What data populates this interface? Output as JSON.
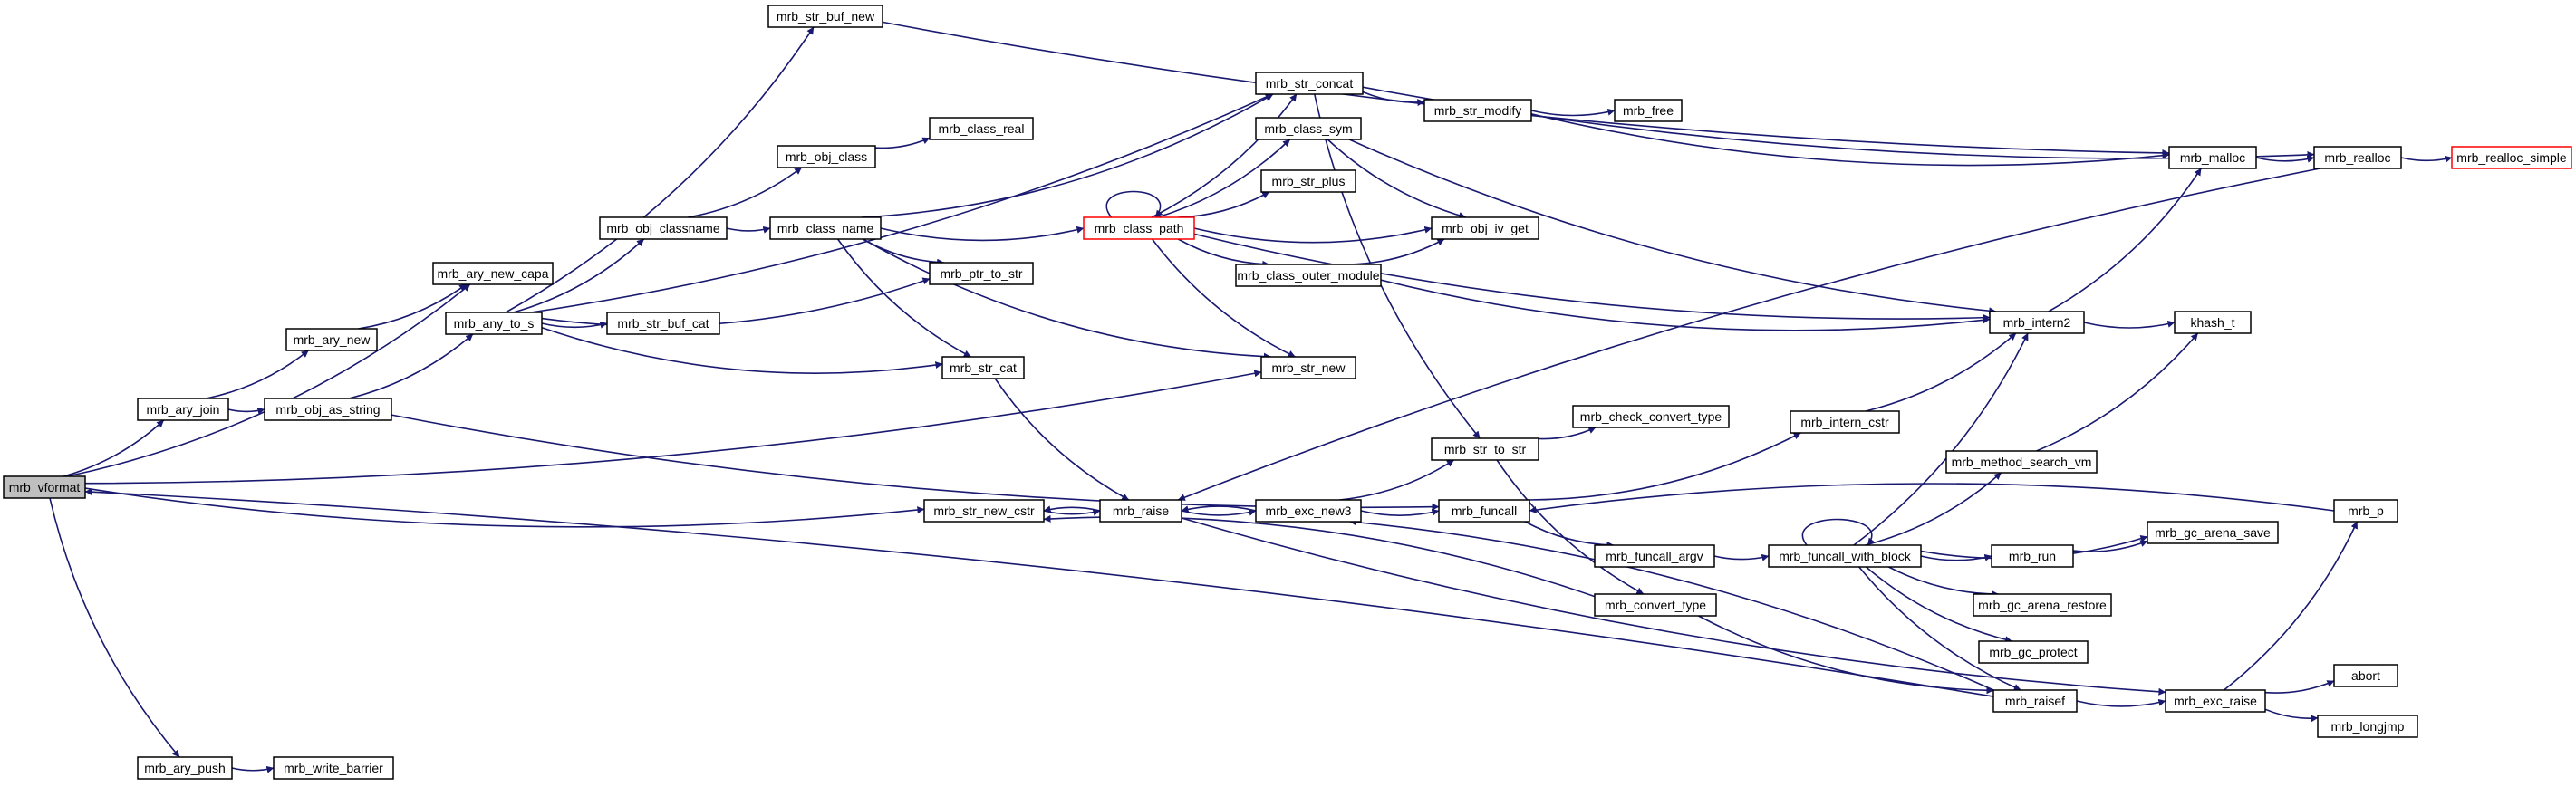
{
  "diagram": {
    "colors": {
      "edge": "#191970",
      "root_fill": "#bfbfbf",
      "node_border": "#000000",
      "truncated_border": "#ff0000"
    },
    "nodes": [
      {
        "id": "mrb_vformat",
        "label": "mrb_vformat",
        "root": true
      },
      {
        "id": "mrb_ary_join",
        "label": "mrb_ary_join"
      },
      {
        "id": "mrb_ary_new",
        "label": "mrb_ary_new"
      },
      {
        "id": "mrb_ary_new_capa",
        "label": "mrb_ary_new_capa"
      },
      {
        "id": "mrb_obj_as_string",
        "label": "mrb_obj_as_string"
      },
      {
        "id": "mrb_any_to_s",
        "label": "mrb_any_to_s"
      },
      {
        "id": "mrb_ary_push",
        "label": "mrb_ary_push"
      },
      {
        "id": "mrb_write_barrier",
        "label": "mrb_write_barrier"
      },
      {
        "id": "mrb_str_buf_new",
        "label": "mrb_str_buf_new"
      },
      {
        "id": "mrb_obj_classname",
        "label": "mrb_obj_classname"
      },
      {
        "id": "mrb_str_buf_cat",
        "label": "mrb_str_buf_cat"
      },
      {
        "id": "mrb_obj_class",
        "label": "mrb_obj_class"
      },
      {
        "id": "mrb_class_real",
        "label": "mrb_class_real"
      },
      {
        "id": "mrb_class_name",
        "label": "mrb_class_name"
      },
      {
        "id": "mrb_ptr_to_str",
        "label": "mrb_ptr_to_str"
      },
      {
        "id": "mrb_str_cat",
        "label": "mrb_str_cat"
      },
      {
        "id": "mrb_str_new_cstr",
        "label": "mrb_str_new_cstr"
      },
      {
        "id": "mrb_raise",
        "label": "mrb_raise"
      },
      {
        "id": "mrb_class_path",
        "label": "mrb_class_path",
        "truncated": true
      },
      {
        "id": "mrb_str_concat",
        "label": "mrb_str_concat"
      },
      {
        "id": "mrb_class_sym",
        "label": "mrb_class_sym"
      },
      {
        "id": "mrb_str_plus",
        "label": "mrb_str_plus"
      },
      {
        "id": "mrb_obj_iv_get",
        "label": "mrb_obj_iv_get"
      },
      {
        "id": "mrb_class_outer_module",
        "label": "mrb_class_outer_module"
      },
      {
        "id": "mrb_str_new",
        "label": "mrb_str_new"
      },
      {
        "id": "mrb_exc_new3",
        "label": "mrb_exc_new3"
      },
      {
        "id": "mrb_str_modify",
        "label": "mrb_str_modify"
      },
      {
        "id": "mrb_free",
        "label": "mrb_free"
      },
      {
        "id": "mrb_str_to_str",
        "label": "mrb_str_to_str"
      },
      {
        "id": "mrb_funcall",
        "label": "mrb_funcall"
      },
      {
        "id": "mrb_check_convert_type",
        "label": "mrb_check_convert_type"
      },
      {
        "id": "mrb_convert_type",
        "label": "mrb_convert_type"
      },
      {
        "id": "mrb_funcall_argv",
        "label": "mrb_funcall_argv"
      },
      {
        "id": "mrb_intern_cstr",
        "label": "mrb_intern_cstr"
      },
      {
        "id": "mrb_funcall_with_block",
        "label": "mrb_funcall_with_block"
      },
      {
        "id": "mrb_malloc",
        "label": "mrb_malloc"
      },
      {
        "id": "mrb_intern2",
        "label": "mrb_intern2"
      },
      {
        "id": "mrb_method_search_vm",
        "label": "mrb_method_search_vm"
      },
      {
        "id": "mrb_run",
        "label": "mrb_run"
      },
      {
        "id": "mrb_gc_arena_restore",
        "label": "mrb_gc_arena_restore"
      },
      {
        "id": "mrb_gc_protect",
        "label": "mrb_gc_protect"
      },
      {
        "id": "mrb_raisef",
        "label": "mrb_raisef"
      },
      {
        "id": "mrb_realloc",
        "label": "mrb_realloc"
      },
      {
        "id": "khash_t",
        "label": "khash_t"
      },
      {
        "id": "mrb_gc_arena_save",
        "label": "mrb_gc_arena_save"
      },
      {
        "id": "mrb_exc_raise",
        "label": "mrb_exc_raise"
      },
      {
        "id": "mrb_realloc_simple",
        "label": "mrb_realloc_simple",
        "truncated": true
      },
      {
        "id": "mrb_p",
        "label": "mrb_p"
      },
      {
        "id": "abort",
        "label": "abort"
      },
      {
        "id": "mrb_longjmp",
        "label": "mrb_longjmp"
      }
    ],
    "edges": [
      [
        "mrb_vformat",
        "mrb_ary_join"
      ],
      [
        "mrb_vformat",
        "mrb_ary_new_capa"
      ],
      [
        "mrb_vformat",
        "mrb_ary_push"
      ],
      [
        "mrb_vformat",
        "mrb_str_new"
      ],
      [
        "mrb_vformat",
        "mrb_str_new_cstr"
      ],
      [
        "mrb_ary_join",
        "mrb_ary_new"
      ],
      [
        "mrb_ary_join",
        "mrb_obj_as_string"
      ],
      [
        "mrb_ary_new",
        "mrb_ary_new_capa"
      ],
      [
        "mrb_obj_as_string",
        "mrb_any_to_s"
      ],
      [
        "mrb_obj_as_string",
        "mrb_funcall"
      ],
      [
        "mrb_ary_push",
        "mrb_write_barrier"
      ],
      [
        "mrb_any_to_s",
        "mrb_str_buf_new"
      ],
      [
        "mrb_any_to_s",
        "mrb_obj_classname"
      ],
      [
        "mrb_any_to_s",
        "mrb_str_buf_cat"
      ],
      [
        "mrb_any_to_s",
        "mrb_ptr_to_str"
      ],
      [
        "mrb_any_to_s",
        "mrb_str_cat"
      ],
      [
        "mrb_any_to_s",
        "mrb_str_concat"
      ],
      [
        "mrb_obj_classname",
        "mrb_obj_class"
      ],
      [
        "mrb_obj_classname",
        "mrb_class_name"
      ],
      [
        "mrb_obj_class",
        "mrb_class_real"
      ],
      [
        "mrb_class_name",
        "mrb_class_path"
      ],
      [
        "mrb_class_name",
        "mrb_str_concat"
      ],
      [
        "mrb_class_name",
        "mrb_ptr_to_str"
      ],
      [
        "mrb_class_name",
        "mrb_str_cat"
      ],
      [
        "mrb_class_name",
        "mrb_str_new"
      ],
      [
        "mrb_str_cat",
        "mrb_raise"
      ],
      [
        "mrb_raise",
        "mrb_str_new_cstr"
      ],
      [
        "mrb_raise",
        "mrb_exc_new3"
      ],
      [
        "mrb_raise",
        "mrb_exc_raise"
      ],
      [
        "mrb_str_new_cstr",
        "mrb_raise"
      ],
      [
        "mrb_class_path",
        "mrb_class_path"
      ],
      [
        "mrb_class_path",
        "mrb_str_concat"
      ],
      [
        "mrb_class_path",
        "mrb_class_sym"
      ],
      [
        "mrb_class_path",
        "mrb_str_plus"
      ],
      [
        "mrb_class_path",
        "mrb_obj_iv_get"
      ],
      [
        "mrb_class_path",
        "mrb_class_outer_module"
      ],
      [
        "mrb_class_path",
        "mrb_str_new"
      ],
      [
        "mrb_class_path",
        "mrb_intern2"
      ],
      [
        "mrb_class_sym",
        "mrb_obj_iv_get"
      ],
      [
        "mrb_class_sym",
        "mrb_intern2"
      ],
      [
        "mrb_class_outer_module",
        "mrb_obj_iv_get"
      ],
      [
        "mrb_class_outer_module",
        "mrb_intern2"
      ],
      [
        "mrb_str_buf_new",
        "mrb_malloc"
      ],
      [
        "mrb_str_concat",
        "mrb_str_modify"
      ],
      [
        "mrb_str_concat",
        "mrb_realloc"
      ],
      [
        "mrb_str_concat",
        "mrb_str_to_str"
      ],
      [
        "mrb_str_modify",
        "mrb_free"
      ],
      [
        "mrb_str_modify",
        "mrb_malloc"
      ],
      [
        "mrb_exc_new3",
        "mrb_str_to_str"
      ],
      [
        "mrb_exc_new3",
        "mrb_funcall"
      ],
      [
        "mrb_exc_new3",
        "mrb_raise"
      ],
      [
        "mrb_str_to_str",
        "mrb_check_convert_type"
      ],
      [
        "mrb_str_to_str",
        "mrb_convert_type"
      ],
      [
        "mrb_funcall",
        "mrb_funcall_argv"
      ],
      [
        "mrb_funcall",
        "mrb_intern_cstr"
      ],
      [
        "mrb_convert_type",
        "mrb_str_new_cstr"
      ],
      [
        "mrb_convert_type",
        "mrb_raisef"
      ],
      [
        "mrb_funcall_argv",
        "mrb_funcall_with_block"
      ],
      [
        "mrb_intern_cstr",
        "mrb_intern2"
      ],
      [
        "mrb_funcall_with_block",
        "mrb_funcall_with_block"
      ],
      [
        "mrb_funcall_with_block",
        "mrb_intern2"
      ],
      [
        "mrb_funcall_with_block",
        "mrb_method_search_vm"
      ],
      [
        "mrb_funcall_with_block",
        "mrb_run"
      ],
      [
        "mrb_funcall_with_block",
        "mrb_gc_arena_save"
      ],
      [
        "mrb_funcall_with_block",
        "mrb_gc_arena_restore"
      ],
      [
        "mrb_funcall_with_block",
        "mrb_gc_protect"
      ],
      [
        "mrb_funcall_with_block",
        "mrb_raisef"
      ],
      [
        "mrb_method_search_vm",
        "khash_t"
      ],
      [
        "mrb_run",
        "mrb_gc_arena_save"
      ],
      [
        "mrb_raisef",
        "mrb_vformat"
      ],
      [
        "mrb_raisef",
        "mrb_exc_new3"
      ],
      [
        "mrb_raisef",
        "mrb_exc_raise"
      ],
      [
        "mrb_intern2",
        "mrb_malloc"
      ],
      [
        "mrb_intern2",
        "khash_t"
      ],
      [
        "mrb_malloc",
        "mrb_realloc"
      ],
      [
        "mrb_realloc",
        "mrb_realloc_simple"
      ],
      [
        "mrb_realloc",
        "mrb_raise"
      ],
      [
        "mrb_exc_raise",
        "mrb_p"
      ],
      [
        "mrb_exc_raise",
        "abort"
      ],
      [
        "mrb_exc_raise",
        "mrb_longjmp"
      ],
      [
        "mrb_p",
        "mrb_funcall"
      ]
    ]
  }
}
